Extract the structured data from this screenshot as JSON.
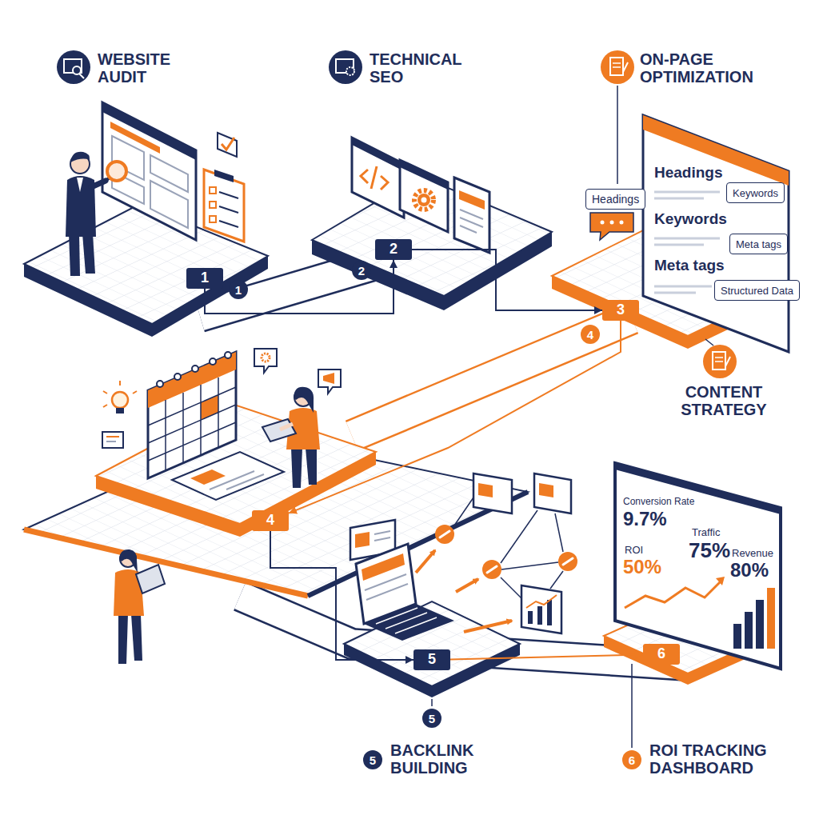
{
  "diagram": {
    "nodes": [
      {
        "text": [
          "1"
        ]
      },
      {
        "text": [
          "2"
        ]
      },
      {
        "text": [
          "3"
        ]
      },
      {
        "text": [
          "4"
        ]
      },
      {
        "text": [
          "5"
        ]
      },
      {
        "text": [
          "6"
        ]
      },
      {
        "text": [
          "Headings",
          "Keywords",
          "Meta tags"
        ]
      },
      {
        "text": [
          "Headings"
        ]
      },
      {
        "text": [
          "Keywords"
        ]
      },
      {
        "text": [
          "Meta tags"
        ]
      },
      {
        "text": [
          "Structured Data"
        ]
      },
      {
        "text": [
          "Conversion Rate",
          "9.7%",
          "Traffic",
          "75%",
          "ROI",
          "50%",
          "Revenue",
          "80%"
        ]
      }
    ],
    "edges": [
      {
        "from": 0,
        "to": 1,
        "arrow": "to"
      },
      {
        "from": 1,
        "to": 2,
        "arrow": "to"
      },
      {
        "from": 2,
        "to": 3,
        "arrow": "to"
      },
      {
        "from": 3,
        "to": 4,
        "arrow": "to"
      },
      {
        "from": 4,
        "to": 5,
        "arrow": "to"
      }
    ],
    "labels": [
      "WEBSITE AUDIT",
      "TECHNICAL SEO",
      "ON-PAGE OPTIMIZATION",
      "1",
      "2",
      "4",
      "CONTENT STRATEGY",
      "5",
      "5",
      "BACKLINK BUILDING",
      "6",
      "ROI TRACKING DASHBOARD"
    ]
  }
}
